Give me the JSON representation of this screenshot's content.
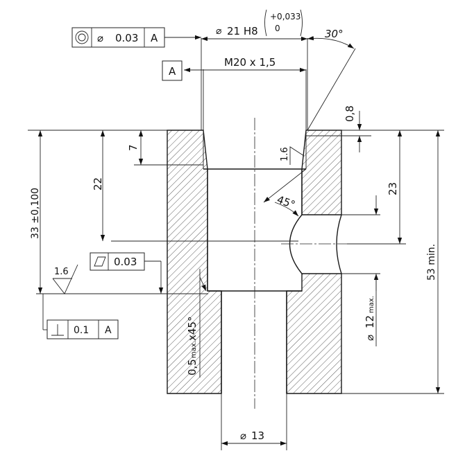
{
  "dimensions": {
    "bore_diameter": "21 H8",
    "bore_tol_upper": "+0,033",
    "bore_tol_lower": "0",
    "thread": "M20 x 1,5",
    "angle_30": "30°",
    "chamfer_depth": "0,8",
    "thread_depth": "7",
    "bore_depth": "22",
    "cross_hole_position": "23",
    "overall_height": "33 ±0,100",
    "total_length": "53 min.",
    "chamfer_angle": "45°",
    "cross_hole_diameter": "12",
    "cross_hole_max": "max.",
    "edge_break_value": "0,5",
    "edge_break_max": "max.",
    "edge_break_angle": "x45°",
    "small_bore_diameter": "13",
    "diameter_symbol": "⌀"
  },
  "surface_finish": {
    "thread_area": "1.6",
    "bottom_face": "1.6"
  },
  "feature_control_frames": {
    "concentricity": {
      "tolerance": "0.03",
      "datum": "A",
      "diameter_symbol": "⌀"
    },
    "flatness": {
      "tolerance": "0.03"
    },
    "perpendicularity": {
      "tolerance": "0.1",
      "datum": "A"
    }
  },
  "datum": {
    "label": "A"
  }
}
